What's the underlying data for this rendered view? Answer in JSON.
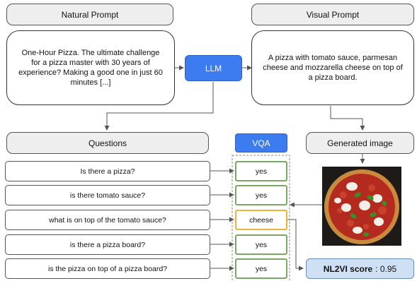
{
  "headers": {
    "natural_prompt": "Natural Prompt",
    "visual_prompt": "Visual Prompt",
    "questions": "Questions",
    "generated_image": "Generated image"
  },
  "natural_prompt_text": "One-Hour Pizza. The ultimate challenge for a pizza master with 30 years of experience? Making a good one in just 60 minutes [...]",
  "visual_prompt_text": "A pizza with tomato sauce, parmesan cheese and mozzarella cheese on top of a pizza board.",
  "llm_label": "LLM",
  "vqa_label": "VQA",
  "questions": [
    "Is there a pizza?",
    "is there tomato sauce?",
    "what is on top of the tomato sauce?",
    "is there a pizza board?",
    "is the pizza on top of a pizza board?"
  ],
  "answers": [
    {
      "text": "yes",
      "status": "match"
    },
    {
      "text": "yes",
      "status": "match"
    },
    {
      "text": "cheese",
      "status": "mismatch"
    },
    {
      "text": "yes",
      "status": "match"
    },
    {
      "text": "yes",
      "status": "match"
    }
  ],
  "score": {
    "label": "NL2VI score",
    "value": ": 0.95"
  },
  "colors": {
    "accent": "#3d7cf0",
    "match": "#7aa865",
    "mismatch": "#e8b43a",
    "score_bg": "#cfe0f5"
  }
}
